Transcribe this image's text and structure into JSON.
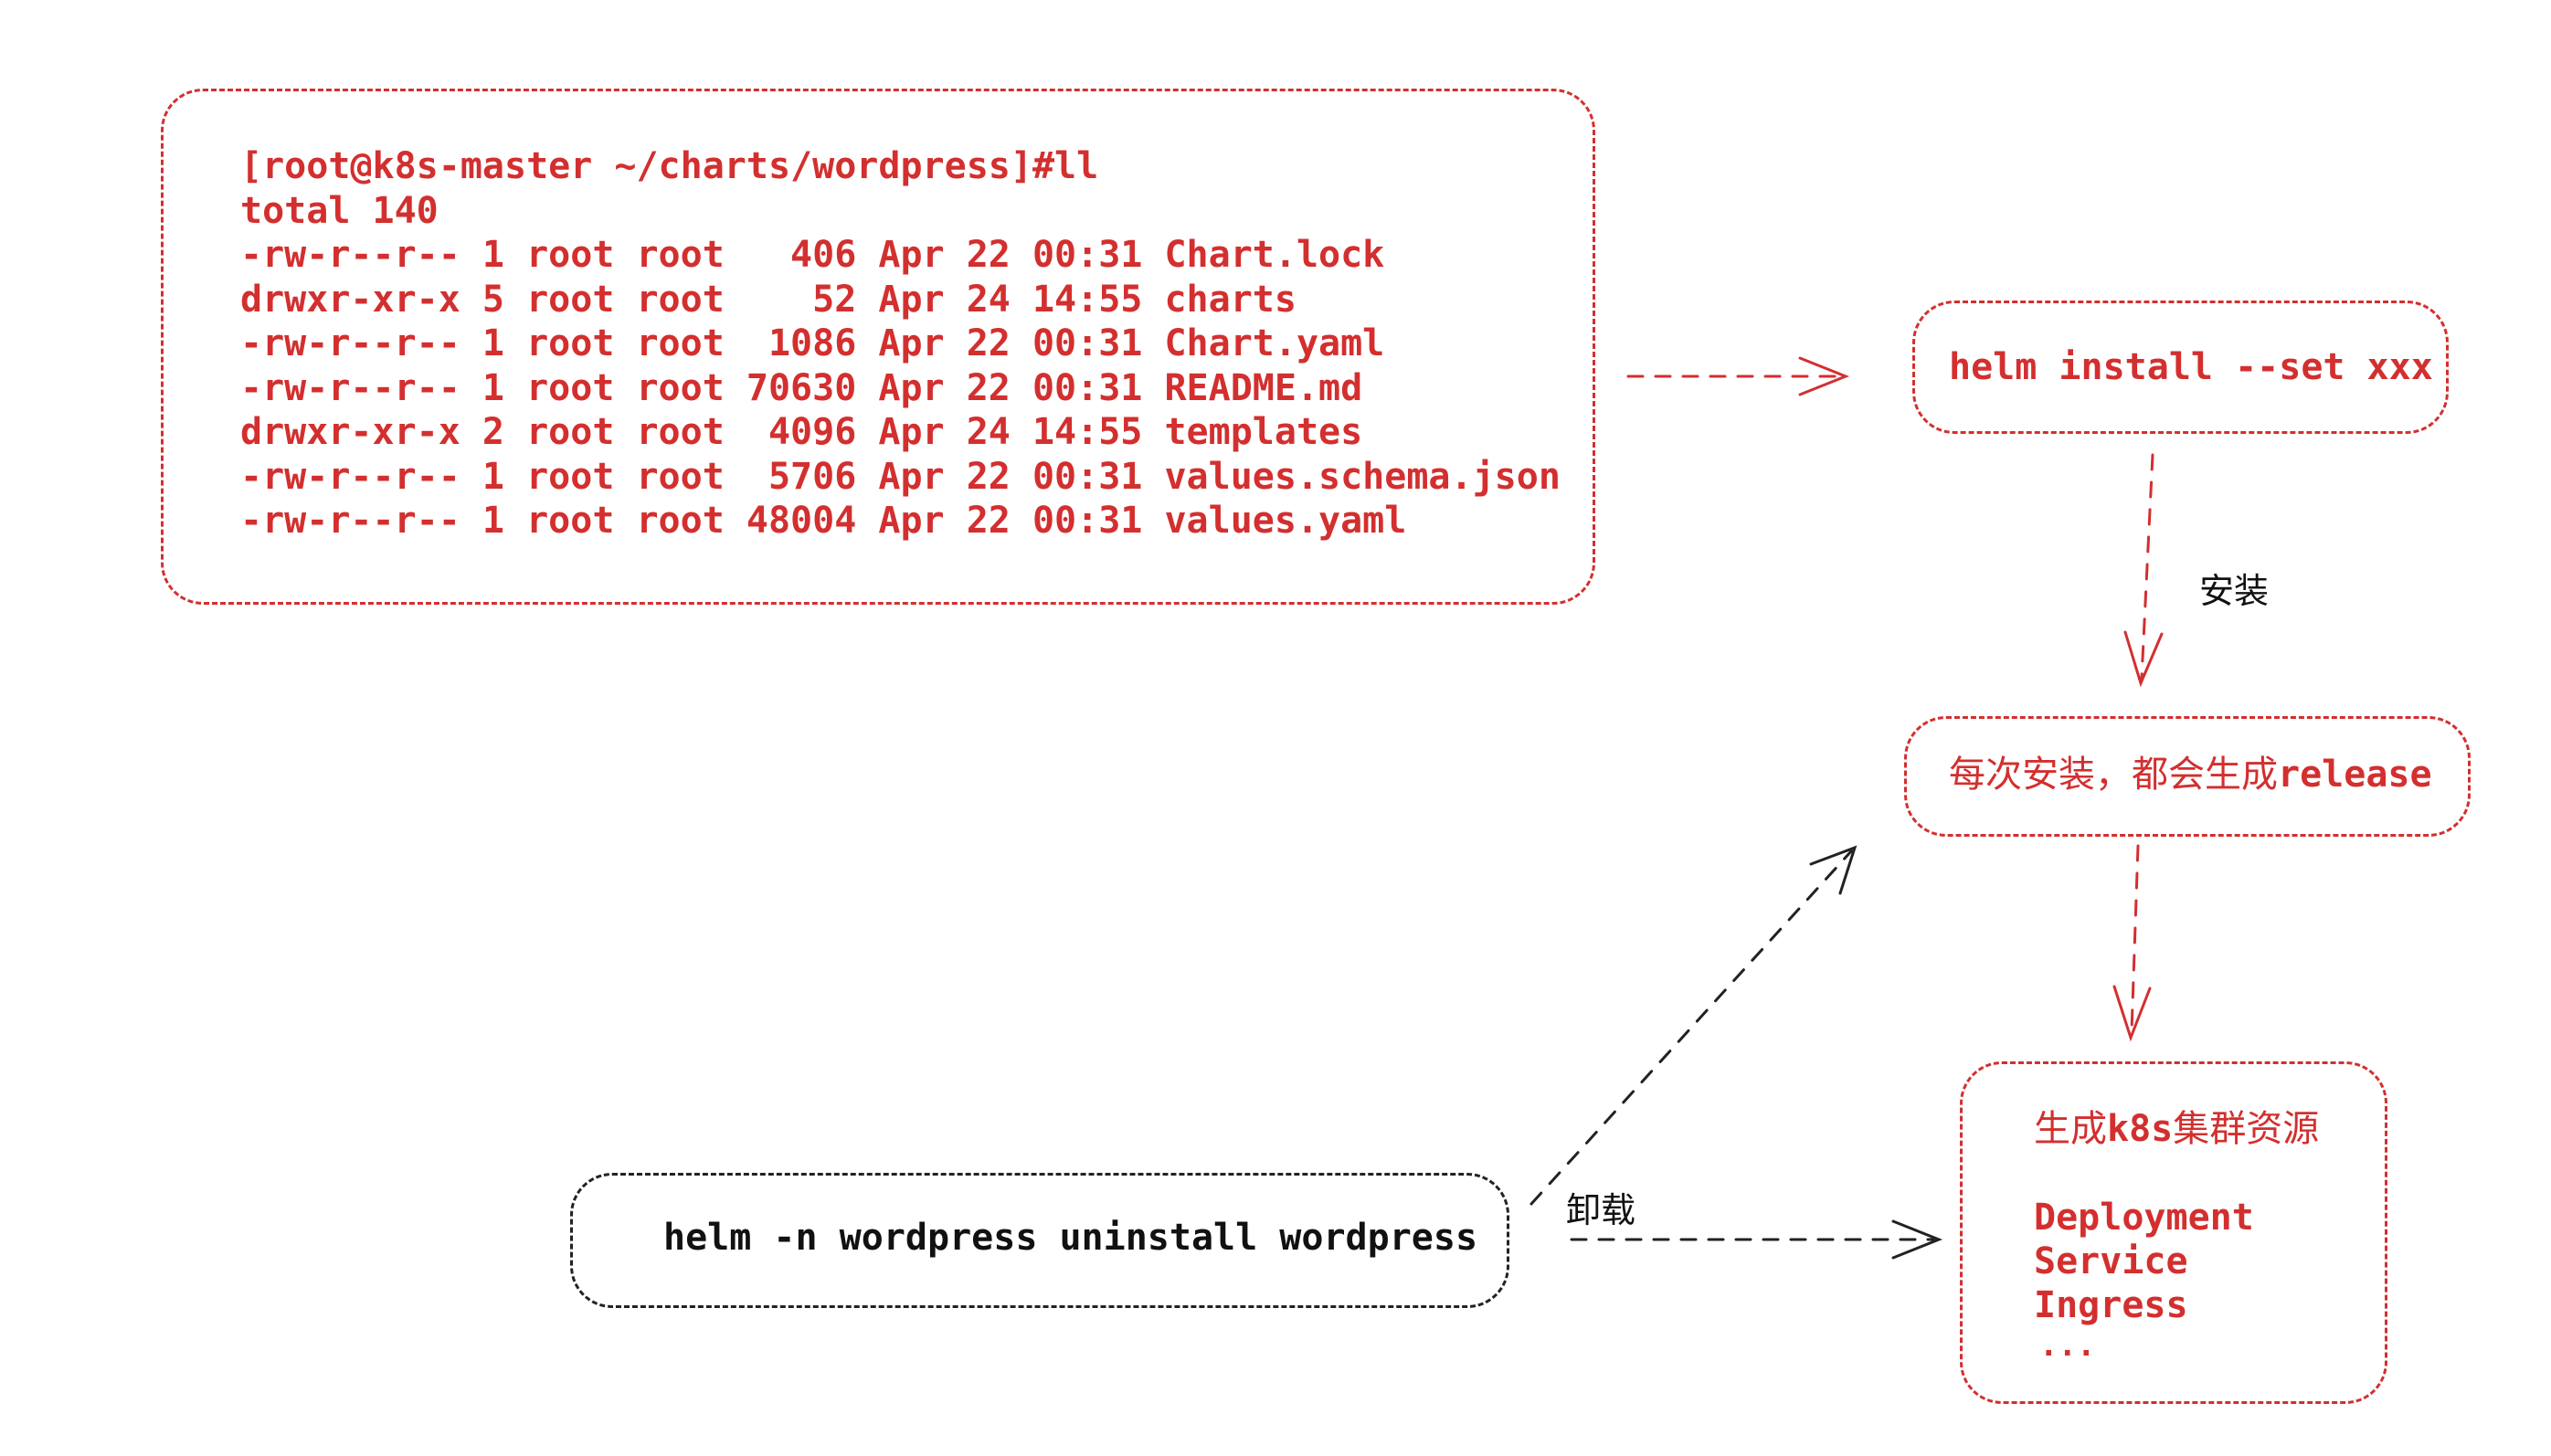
{
  "terminal": {
    "lines": [
      "[root@k8s-master ~/charts/wordpress]#ll",
      "total 140",
      "-rw-r--r-- 1 root root   406 Apr 22 00:31 Chart.lock",
      "drwxr-xr-x 5 root root    52 Apr 24 14:55 charts",
      "-rw-r--r-- 1 root root  1086 Apr 22 00:31 Chart.yaml",
      "-rw-r--r-- 1 root root 70630 Apr 22 00:31 README.md",
      "drwxr-xr-x 2 root root  4096 Apr 24 14:55 templates",
      "-rw-r--r-- 1 root root  5706 Apr 22 00:31 values.schema.json",
      "-rw-r--r-- 1 root root 48004 Apr 22 00:31 values.yaml"
    ]
  },
  "install_box": {
    "command": "helm install --set xxx"
  },
  "install_label": "安装",
  "release_box": {
    "prefix": "每次安装，都会生成",
    "suffix": "release"
  },
  "resources_box": {
    "title_prefix": "生成",
    "title_mid": "k8s",
    "title_suffix": "集群资源",
    "items": [
      "Deployment",
      "Service",
      "Ingress",
      "..."
    ]
  },
  "uninstall_box": {
    "command": "helm -n wordpress uninstall wordpress"
  },
  "uninstall_label": "卸载",
  "colors": {
    "red": "#d32f2f",
    "black": "#222222"
  }
}
